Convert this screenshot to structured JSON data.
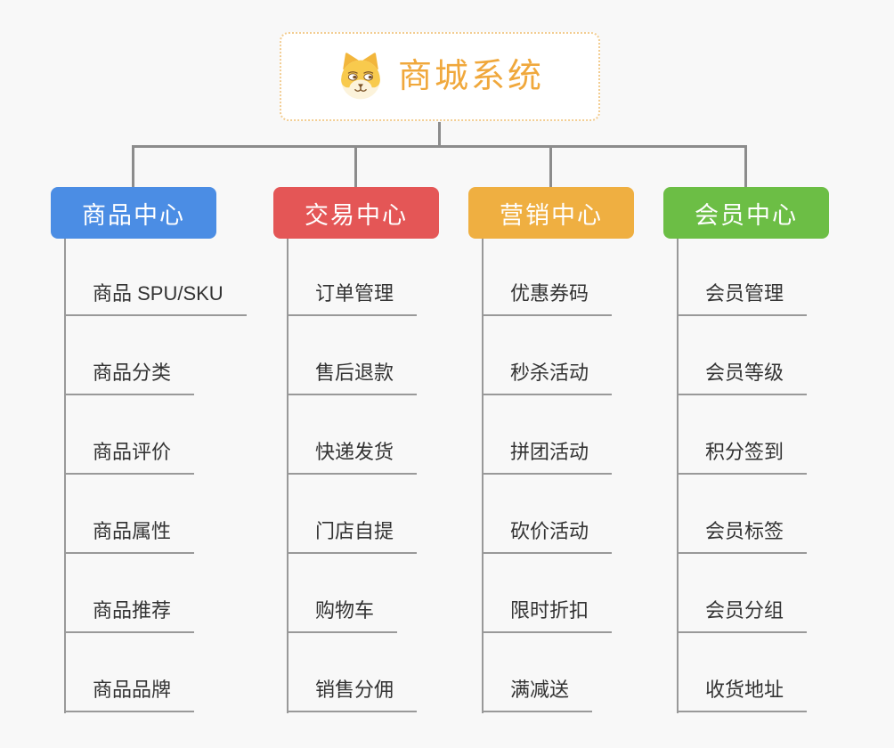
{
  "root": {
    "title": "商城系统",
    "icon": "shiba-dog-face"
  },
  "colors": {
    "background": "#f8f8f8",
    "connector": "#8c8c8c",
    "underline": "#999999",
    "root_border": "#f2cd92",
    "root_text": "#f0a83c",
    "child_text": "#333333"
  },
  "branches": [
    {
      "label": "商品中心",
      "color": "#4b8de4",
      "items": [
        "商品 SPU/SKU",
        "商品分类",
        "商品评价",
        "商品属性",
        "商品推荐",
        "商品品牌"
      ]
    },
    {
      "label": "交易中心",
      "color": "#e45656",
      "items": [
        "订单管理",
        "售后退款",
        "快递发货",
        "门店自提",
        "购物车",
        "销售分佣"
      ]
    },
    {
      "label": "营销中心",
      "color": "#efaf41",
      "items": [
        "优惠券码",
        "秒杀活动",
        "拼团活动",
        "砍价活动",
        "限时折扣",
        "满减送"
      ]
    },
    {
      "label": "会员中心",
      "color": "#6cbe45",
      "items": [
        "会员管理",
        "会员等级",
        "积分签到",
        "会员标签",
        "会员分组",
        "收货地址"
      ]
    }
  ]
}
